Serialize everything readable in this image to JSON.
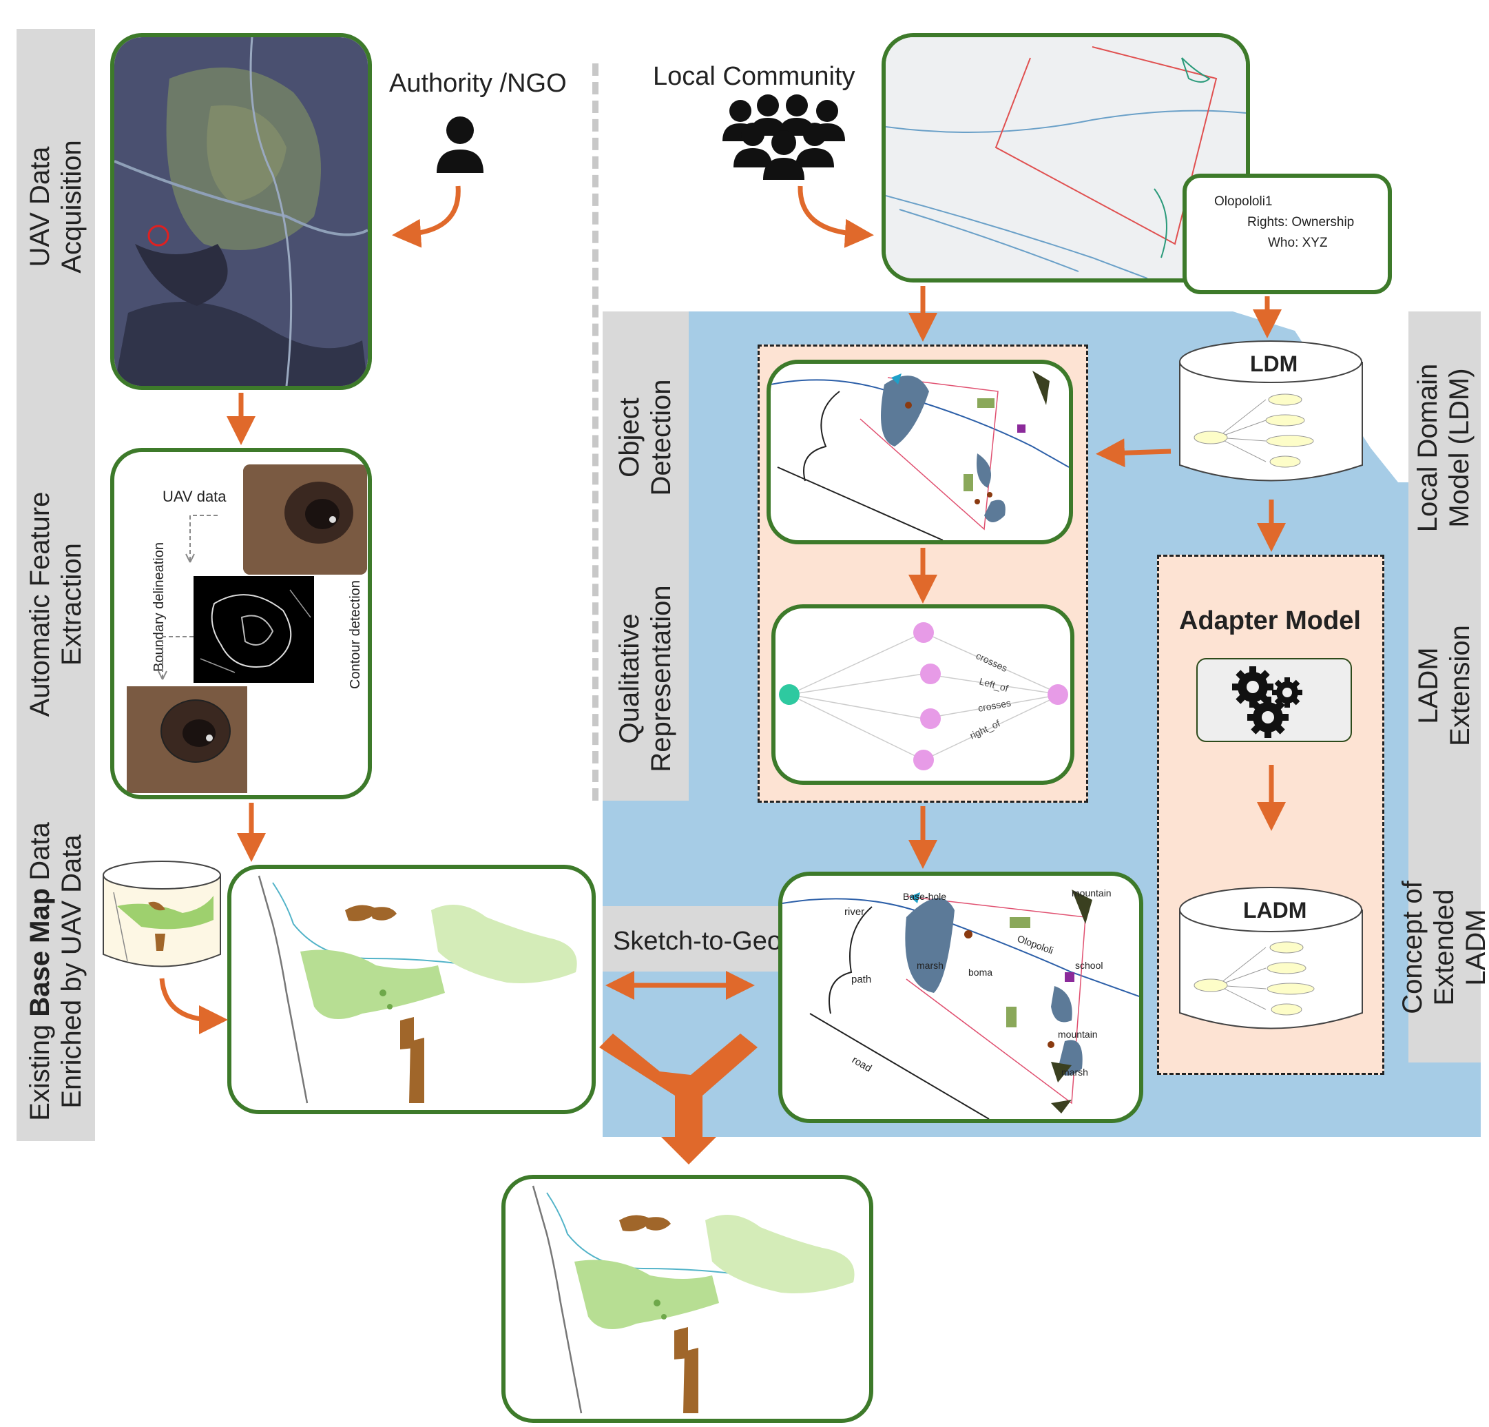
{
  "sidebars": {
    "uav_acquisition": "UAV Data Acquisition",
    "feature_extraction": "Automatic Feature Extraction",
    "base_map_prefix": "Existing ",
    "base_map_bold": "Base Map",
    "base_map_suffix": " Data",
    "base_map_line2": "Enriched by UAV Data",
    "object_detection": "Object Detection",
    "qualitative": "Qualitative Representation",
    "ldm": "Local Domain Model (LDM)",
    "ladm_extension": "LADM Extension",
    "extended_ladm": "Concept of Extended LADM"
  },
  "actors": {
    "authority": "Authority /NGO",
    "community": "Local Community"
  },
  "info_box": {
    "line1": "Olopololi1",
    "line2": "Rights: Ownership",
    "line3": "Who: XYZ"
  },
  "feature_extraction": {
    "uav_data": "UAV data",
    "boundary": "Boundary delineation",
    "contour": "Contour detection"
  },
  "databases": {
    "ldm": "LDM",
    "ladm": "LADM"
  },
  "adapter": {
    "title": "Adapter Model",
    "icon": "gears-icon"
  },
  "sketch_to_geo": "Sketch-to-Geo",
  "sketch_labels": {
    "river": "river",
    "path": "path",
    "road": "road",
    "base_hole": "Base-hole",
    "mountain": "mountain",
    "olopololi": "Olopololi",
    "marsh": "marsh",
    "boma": "boma",
    "school": "school"
  },
  "graph_labels": {
    "crosses": "crosses",
    "left_of": "Left_of",
    "right_of": "right_of"
  },
  "colors": {
    "card_border": "#3d7a2a",
    "arrow": "#e0692b",
    "blue_panel": "#a6cce6",
    "peach": "#fde3d3",
    "gray_bar": "#d9d9d9"
  }
}
